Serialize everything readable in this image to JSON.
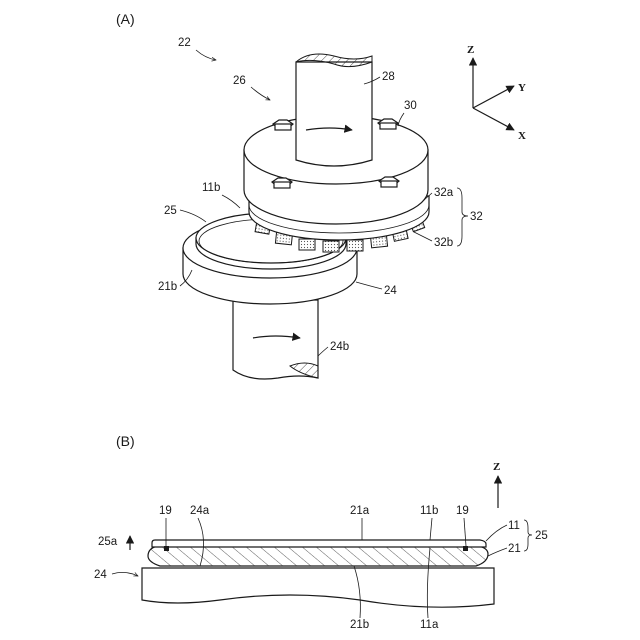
{
  "figure": {
    "panel_a": {
      "panel_label": "(A)",
      "labels": {
        "l22": "22",
        "l26": "26",
        "l28": "28",
        "l30": "30",
        "l11b": "11b",
        "l25": "25",
        "l32a": "32a",
        "l32": "32",
        "l32b": "32b",
        "l21b": "21b",
        "l24": "24",
        "l24b": "24b"
      },
      "axes": {
        "z": "Z",
        "y": "Y",
        "x": "X"
      }
    },
    "panel_b": {
      "panel_label": "(B)",
      "labels": {
        "l19_left": "19",
        "l24a": "24a",
        "l21a": "21a",
        "l11b": "11b",
        "l19_right": "19",
        "l11": "11",
        "l25": "25",
        "l21": "21",
        "l25a": "25a",
        "l24": "24",
        "l21b": "21b",
        "l11a": "11a"
      },
      "axes": {
        "z": "Z"
      }
    }
  }
}
